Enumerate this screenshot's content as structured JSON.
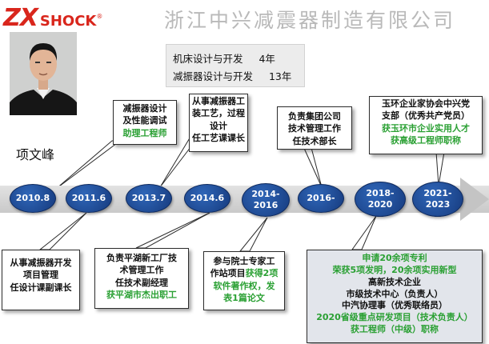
{
  "header": {
    "logo_zx": "ZX",
    "logo_shock": "SHOCK",
    "logo_registered": "®",
    "company": "浙江中兴减震器制造有限公司"
  },
  "person": {
    "name": "项文峰"
  },
  "experience": [
    {
      "field": "机床设计与开发",
      "years": "4年"
    },
    {
      "field": "减振器设计与开发",
      "years": "13年"
    }
  ],
  "timeline": [
    "2010.8",
    "2011.6",
    "2013.7",
    "2014.6",
    "2014-\n2016",
    "2016-",
    "2018-\n2020",
    "2021-\n2023"
  ],
  "top_callouts": [
    {
      "lines": [
        {
          "text": "减振器设计"
        },
        {
          "text": "及性能调试"
        },
        {
          "text": "助理工程师",
          "green": true
        }
      ]
    },
    {
      "lines": [
        {
          "text": "从事减振器工"
        },
        {
          "text": "装工艺，过程"
        },
        {
          "text": "设计"
        },
        {
          "text": "任工艺课课长"
        }
      ]
    },
    {
      "lines": [
        {
          "text": "负责集团公司"
        },
        {
          "text": "技术管理工作"
        },
        {
          "text": "任技术部长"
        }
      ]
    },
    {
      "lines": [
        {
          "text": "玉环企业家协会中兴党"
        },
        {
          "text": "支部（优秀共产党员）"
        },
        {
          "text": "获玉环市企业实用人才",
          "green": true
        },
        {
          "text": "获高级工程师职称",
          "green": true
        }
      ]
    }
  ],
  "bottom_callouts": [
    {
      "lines": [
        {
          "text": "从事减振器开发"
        },
        {
          "text": "项目管理"
        },
        {
          "text": "任设计课副课长"
        }
      ]
    },
    {
      "lines": [
        {
          "text": "负责平湖新工厂技"
        },
        {
          "text": "术管理工作"
        },
        {
          "text": "任技术副经理"
        },
        {
          "text": "获平湖市杰出职工",
          "green": true
        }
      ]
    },
    {
      "lines": [
        {
          "segments": [
            {
              "text": "参与院士专家工"
            }
          ]
        },
        {
          "segments": [
            {
              "text": "作站项目"
            },
            {
              "text": "获得2项",
              "green": true
            }
          ]
        },
        {
          "segments": [
            {
              "text": "软件著作权，发",
              "green": true
            }
          ]
        },
        {
          "segments": [
            {
              "text": "表1篇论文",
              "green": true
            }
          ]
        }
      ]
    },
    {
      "lines": [
        {
          "text": "申请20余项专利",
          "green": true
        },
        {
          "text": "荣获5项发明，20余项实用新型",
          "green": true
        },
        {
          "text": "高新技术企业"
        },
        {
          "text": "市级技术中心（负责人）"
        },
        {
          "text": "中汽协理事（优秀联络员）"
        },
        {
          "text": "2020省级重点研发项目（技术负责人）",
          "green": true
        },
        {
          "text": "获工程师（中级）职称",
          "green": true
        }
      ]
    }
  ]
}
